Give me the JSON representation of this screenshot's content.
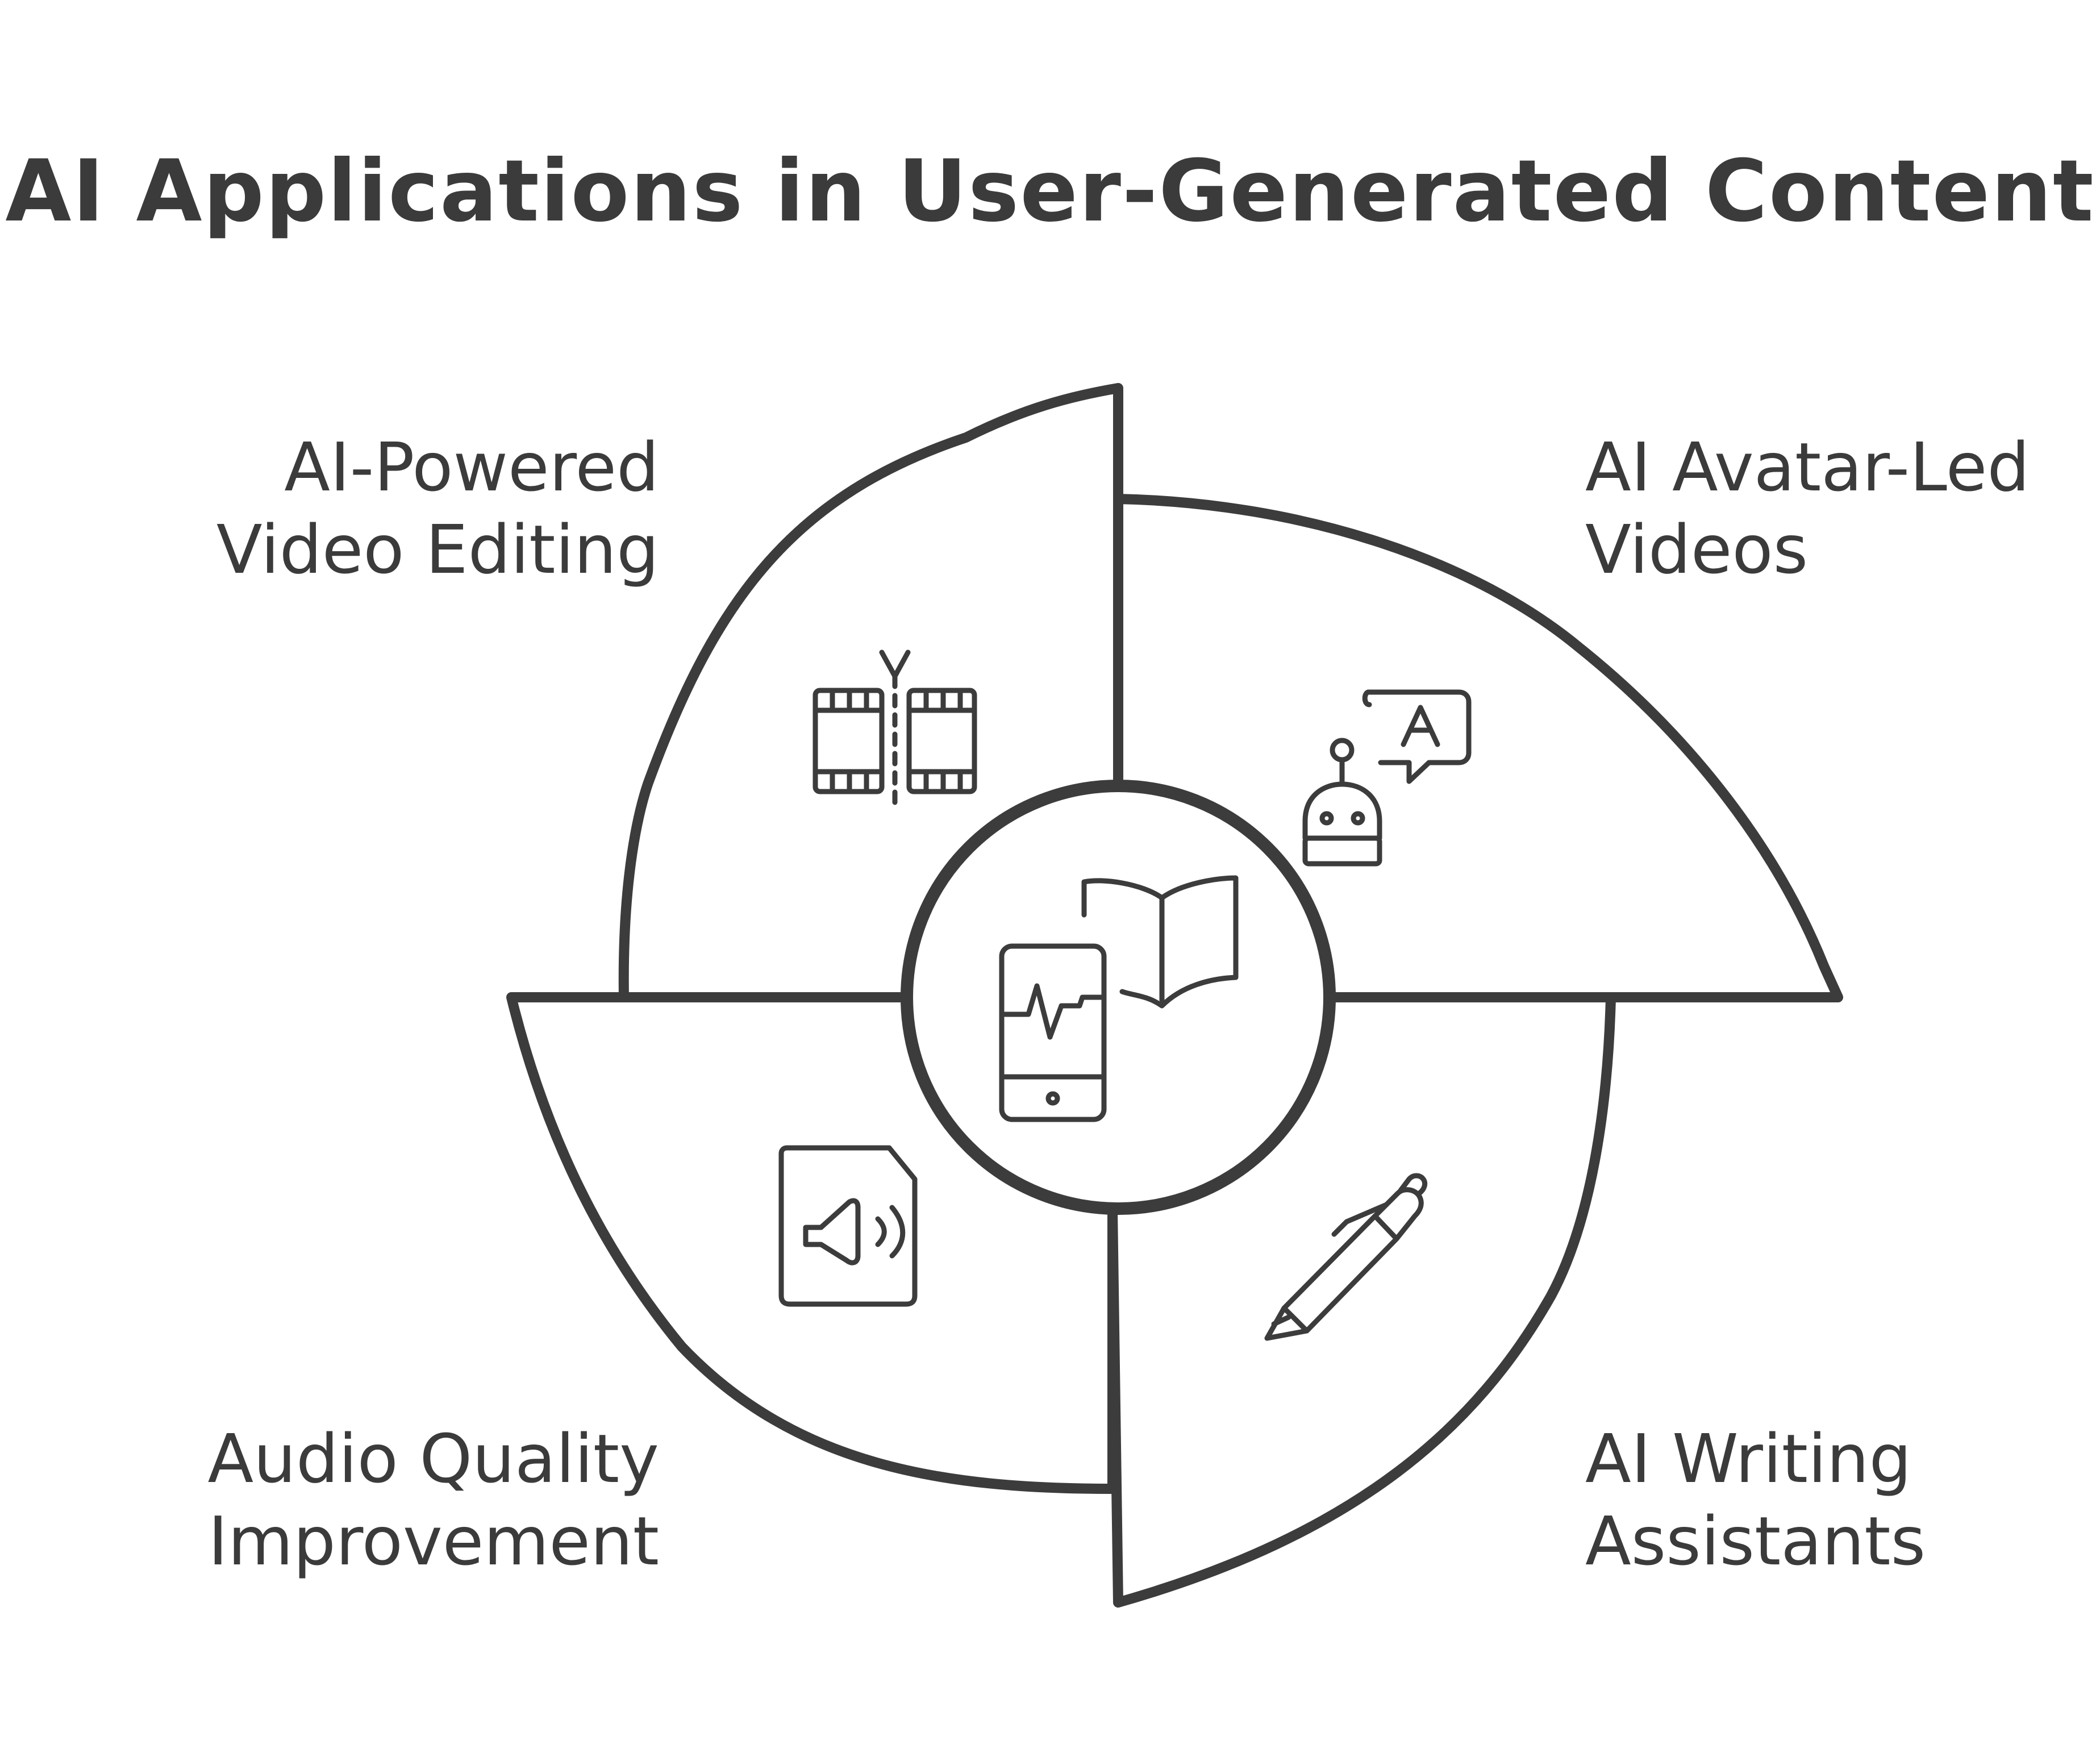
{
  "title": "AI Applications in User-Generated Content",
  "colors": {
    "stroke": "#3c3c3c",
    "background": "#ffffff"
  },
  "segments": [
    {
      "id": "top-left",
      "line1": "AI-Powered",
      "line2": "Video Editing",
      "icon": "video-editing-film-icon"
    },
    {
      "id": "top-right",
      "line1": "AI Avatar-Led",
      "line2": "Videos",
      "icon": "robot-avatar-speech-icon"
    },
    {
      "id": "bottom-left",
      "line1": "Audio Quality",
      "line2": "Improvement",
      "icon": "audio-file-speaker-icon"
    },
    {
      "id": "bottom-right",
      "line1": "AI Writing",
      "line2": "Assistants",
      "icon": "pen-icon"
    }
  ],
  "center": {
    "icon": "phone-and-book-icon"
  },
  "icon_letters": {
    "avatar_bubble": "A"
  }
}
